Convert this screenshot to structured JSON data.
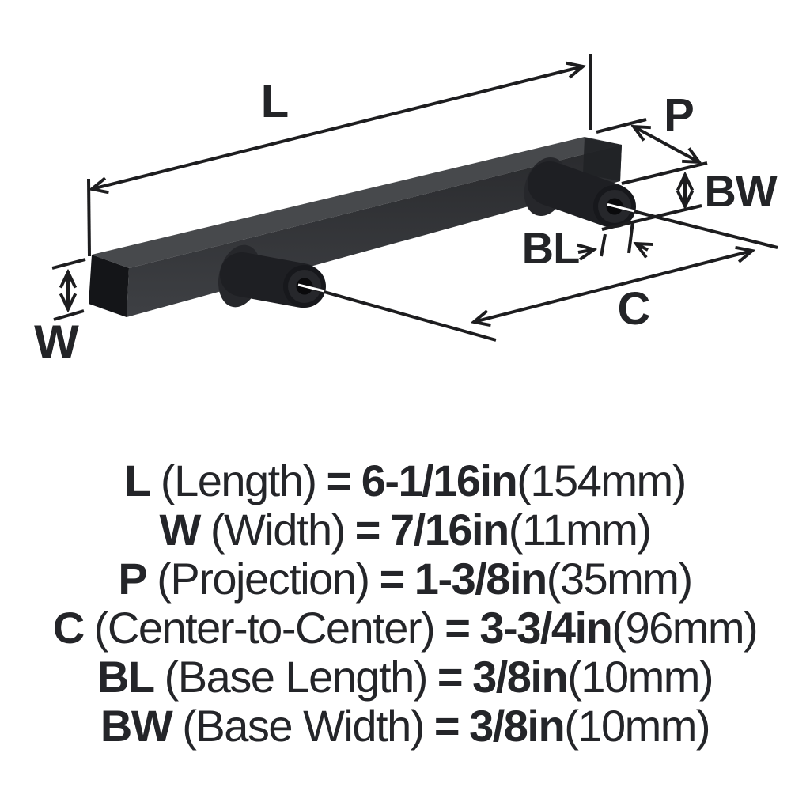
{
  "diagram": {
    "labels": {
      "length": "L",
      "width": "W",
      "projection": "P",
      "center_to_center": "C",
      "base_length": "BL",
      "base_width": "BW"
    },
    "colors": {
      "background": "#ffffff",
      "line": "#1d1d1f",
      "label_text": "#232427",
      "bar_top": "#47494c",
      "bar_front": "#303236",
      "bar_end": "#141518",
      "post": "#1e1f23",
      "post_cap": "#17181c",
      "hole": "#0a0a0c"
    }
  },
  "specs": {
    "rows": [
      {
        "symbol": "L",
        "name": "(Length)",
        "equals": "=",
        "inches": "6-1/16in",
        "metric": "(154mm)"
      },
      {
        "symbol": "W",
        "name": "(Width)",
        "equals": "=",
        "inches": "7/16in",
        "metric": "(11mm)"
      },
      {
        "symbol": "P",
        "name": "(Projection)",
        "equals": "=",
        "inches": "1-3/8in",
        "metric": "(35mm)"
      },
      {
        "symbol": "C",
        "name": "(Center-to-Center)",
        "equals": "=",
        "inches": "3-3/4in",
        "metric": "(96mm)"
      },
      {
        "symbol": "BL",
        "name": "(Base Length)",
        "equals": "=",
        "inches": "3/8in",
        "metric": "(10mm)"
      },
      {
        "symbol": "BW",
        "name": "(Base Width)",
        "equals": "=",
        "inches": "3/8in",
        "metric": "(10mm)"
      }
    ]
  }
}
